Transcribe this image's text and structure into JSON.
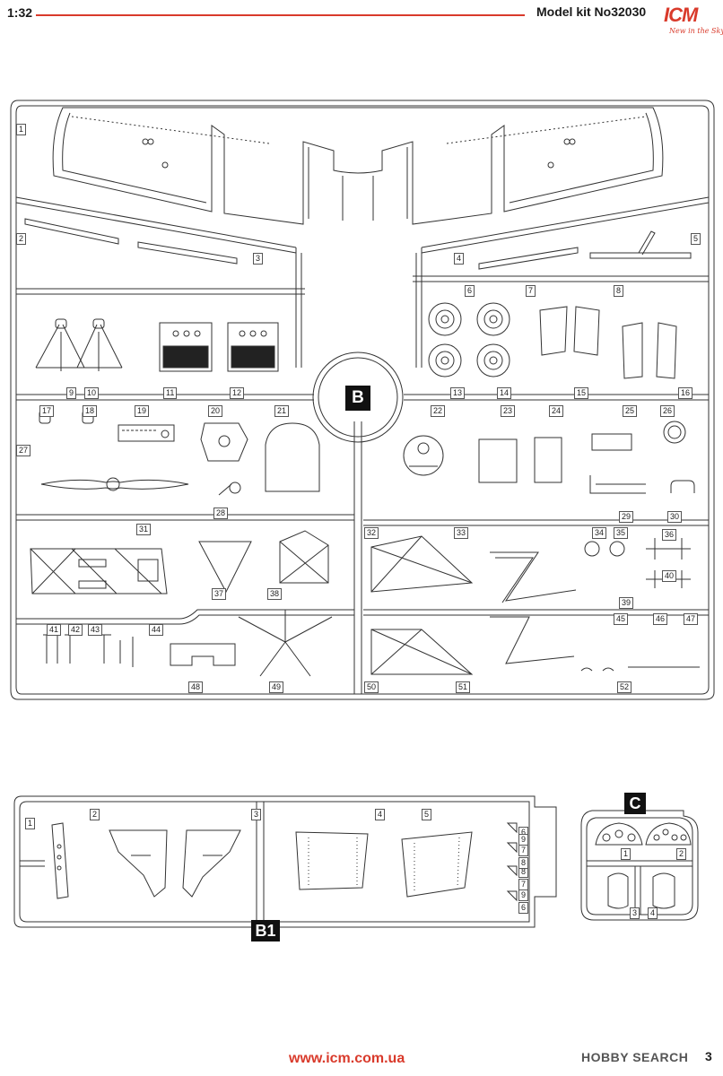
{
  "header": {
    "scale": "1:32",
    "model_kit": "Model kit No32030",
    "brand": "ICM",
    "brand_tagline": "New in the Sky"
  },
  "sprues": {
    "main": "B",
    "lower": "B1",
    "small": "C"
  },
  "part_numbers_b": [
    "1",
    "2",
    "3",
    "4",
    "5",
    "6",
    "7",
    "8",
    "9",
    "10",
    "11",
    "12",
    "13",
    "14",
    "15",
    "16",
    "17",
    "18",
    "19",
    "20",
    "21",
    "22",
    "23",
    "24",
    "25",
    "26",
    "27",
    "28",
    "29",
    "30",
    "31",
    "32",
    "33",
    "34",
    "35",
    "36",
    "37",
    "38",
    "39",
    "40",
    "41",
    "42",
    "43",
    "44",
    "45",
    "46",
    "47",
    "48",
    "49",
    "50",
    "51",
    "52"
  ],
  "part_numbers_b1": [
    "1",
    "2",
    "3",
    "4",
    "5",
    "6",
    "7",
    "8",
    "9",
    "6",
    "7",
    "8",
    "9"
  ],
  "part_numbers_c": [
    "1",
    "2",
    "3",
    "4"
  ],
  "footer": {
    "url": "www.icm.com.ua",
    "watermark": "HOBBY SEARCH",
    "page": "3"
  },
  "colors": {
    "accent": "#d93a2b",
    "line": "#333333"
  }
}
